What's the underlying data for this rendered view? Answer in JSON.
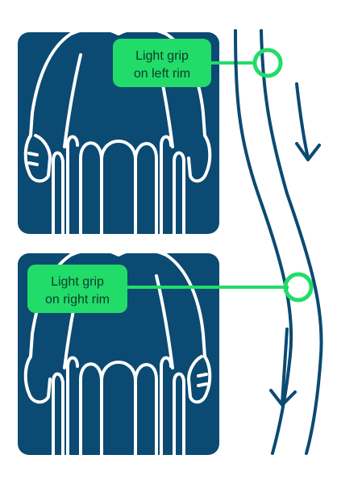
{
  "panels": [
    {
      "id": "top",
      "callout_line1": "Light grip",
      "callout_line2": "on left rim"
    },
    {
      "id": "bottom",
      "callout_line1": "Light grip",
      "callout_line2": "on right rim"
    }
  ],
  "colors": {
    "panel_bg": "#0b4a72",
    "illustration_line": "#ffffff",
    "callout_fill": "#22dc6a",
    "callout_text": "#0b3b2c",
    "path_line": "#0b4a72",
    "grip_marker": "#22dc6a"
  },
  "icons": [
    "person-in-wheelchair-illustration",
    "down-arrow-icon",
    "grip-circle-icon"
  ]
}
